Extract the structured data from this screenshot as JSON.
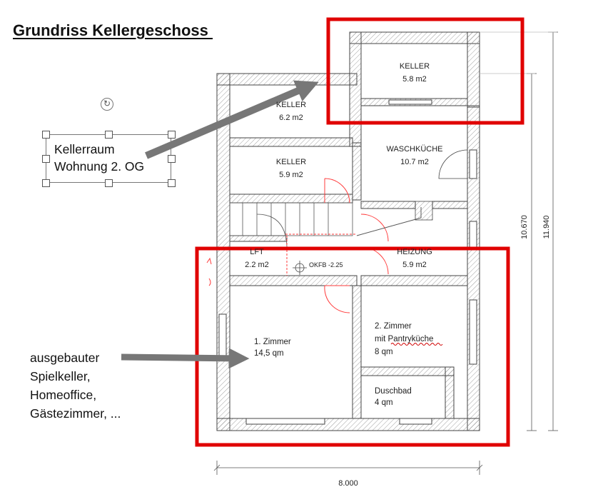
{
  "title": "Grundriss Kellergeschoss ",
  "textbox": {
    "line1": "Kellerraum",
    "line2": "Wohnung 2. OG"
  },
  "side_note": {
    "lines": [
      "ausgebauter",
      "Spielkeller,",
      "Homeoffice,",
      "Gästezimmer, ..."
    ]
  },
  "rooms": {
    "keller_top_right": {
      "name": "KELLER",
      "area": "5.8 m2"
    },
    "keller_upper_left": {
      "name": "KELLER",
      "area": "6.2 m2"
    },
    "keller_middle_left": {
      "name": "KELLER",
      "area": "5.9 m2"
    },
    "waschkueche": {
      "name": "WASCHKÜCHE",
      "area": "10.7 m2"
    },
    "lift": {
      "name": "LFT",
      "area": "2.2 m2"
    },
    "heizung": {
      "name": "HEIZUNG",
      "area": "5.9 m2"
    },
    "zimmer1": {
      "name": "1. Zimmer",
      "area": "14,5 qm"
    },
    "zimmer2": {
      "line1": "2. Zimmer",
      "line2_prefix": "mit ",
      "line2_word": "Pantryküche",
      "area": "8 qm"
    },
    "duschbad": {
      "name": "Duschbad",
      "area": "4 qm"
    }
  },
  "level_label": "OKFB -2.25",
  "dimensions": {
    "width": "8.000",
    "height_inner": "10.670",
    "height_outer": "11.940"
  },
  "colors": {
    "highlight_red": "#e00000",
    "arrow_gray": "#777777",
    "wall_stroke": "#444444",
    "door_red": "#ff3b3b"
  }
}
